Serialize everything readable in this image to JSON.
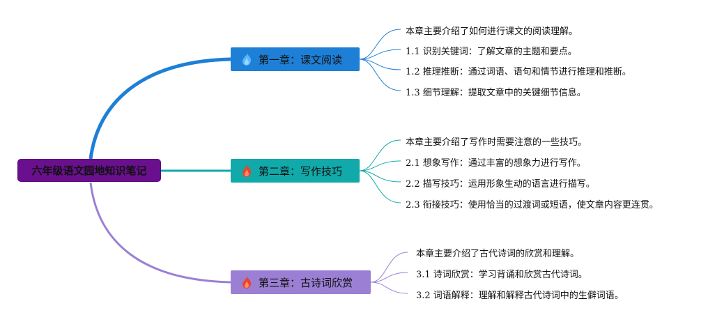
{
  "root": {
    "title": "六年级语文园地知识笔记"
  },
  "chapters": [
    {
      "title": "第一章：课文阅读",
      "icon": "blue-flame-icon",
      "color": "#1e7fd6",
      "items": [
        "本章主要介绍了如何进行课文的阅读理解。",
        "1.1 识别关键词：了解文章的主题和要点。",
        "1.2 推理推断：通过词语、语句和情节进行推理和推断。",
        "1.3 细节理解：提取文章中的关键细节信息。"
      ]
    },
    {
      "title": "第二章：写作技巧",
      "icon": "red-flame-icon",
      "color": "#11a9a9",
      "items": [
        "本章主要介绍了写作时需要注意的一些技巧。",
        "2.1 想象写作：通过丰富的想象力进行写作。",
        "2.2 描写技巧：运用形象生动的语言进行描写。",
        "2.3 衔接技巧：使用恰当的过渡词或短语，使文章内容更连贯。"
      ]
    },
    {
      "title": "第三章：古诗词欣赏",
      "icon": "red-flame-icon",
      "color": "#9b7fd4",
      "items": [
        "本章主要介绍了古代诗词的欣赏和理解。",
        "3.1 诗词欣赏：学习背诵和欣赏古代诗词。",
        "3.2 词语解释：理解和解释古代诗词中的生僻词语。"
      ]
    }
  ]
}
